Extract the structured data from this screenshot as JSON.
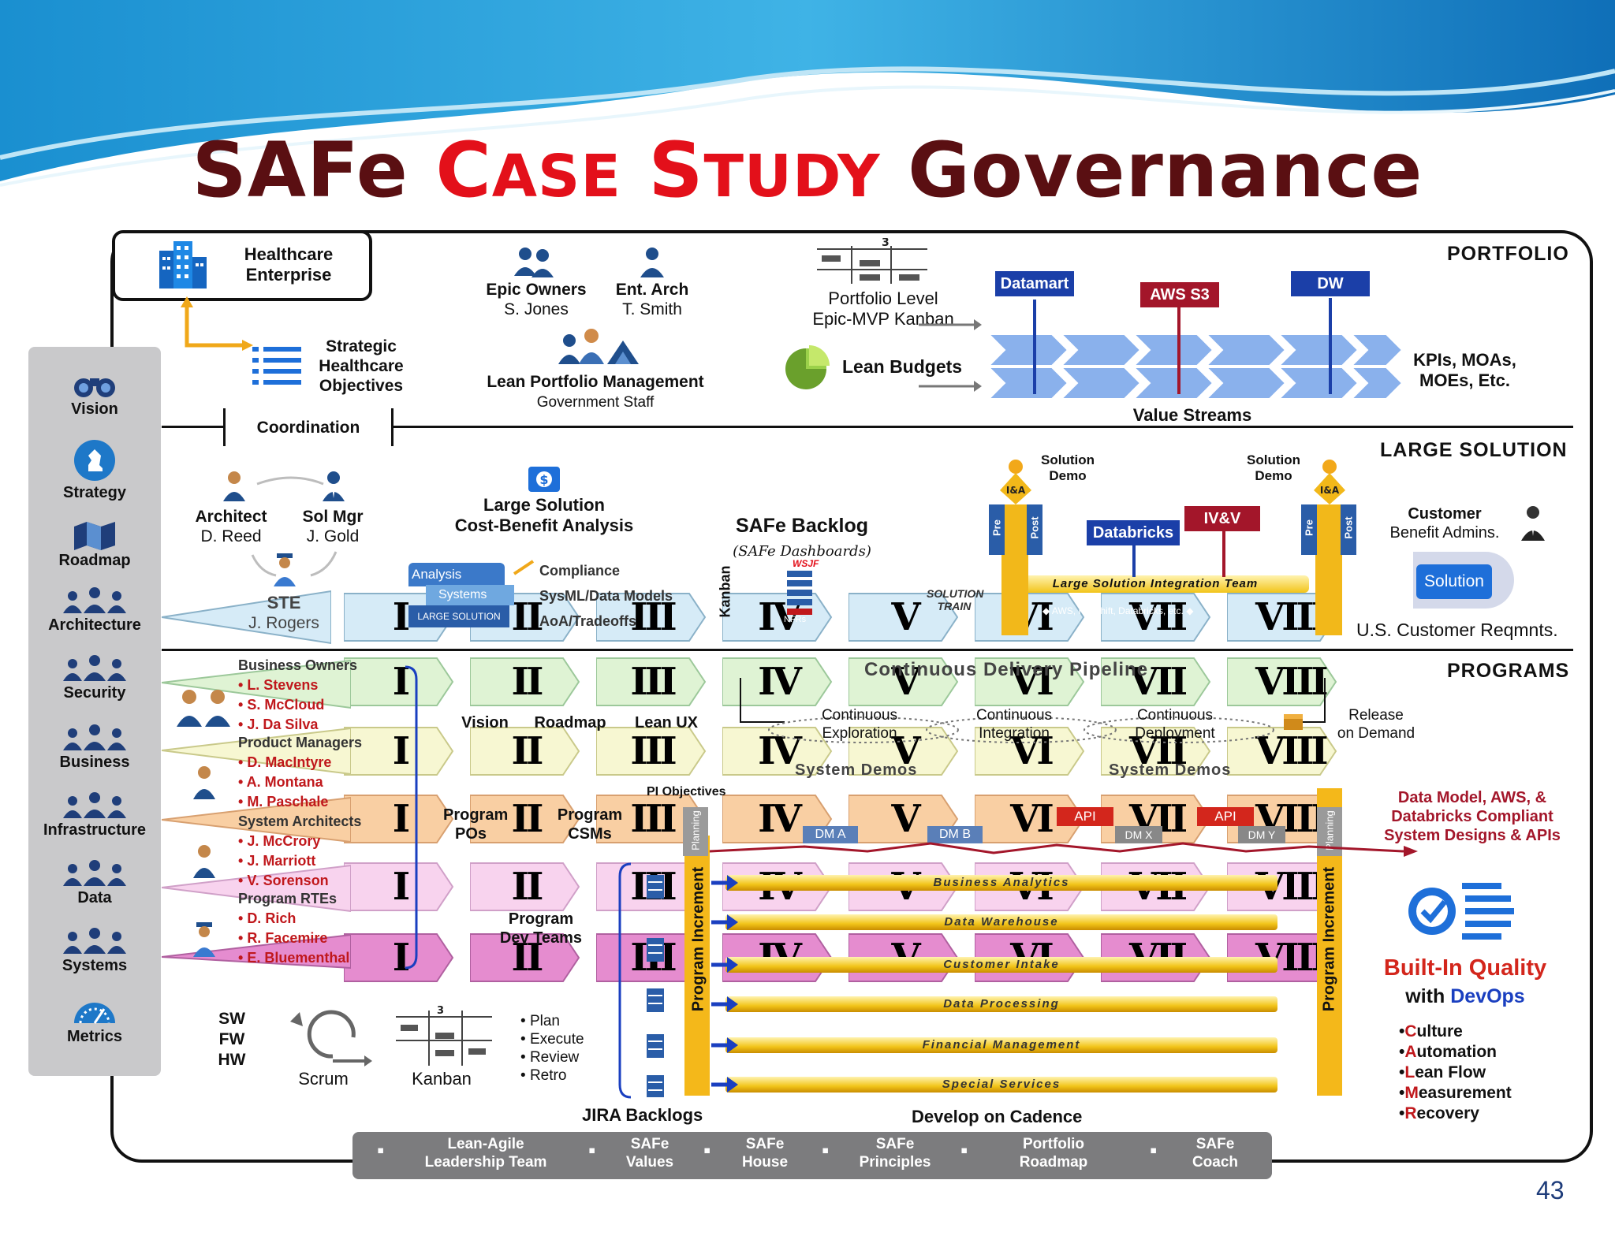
{
  "title": {
    "part1": "SAFe",
    "part2_big1": "C",
    "part2_small1": "ASE",
    "part2_big2": "S",
    "part2_small2": "TUDY",
    "part3": "Governance"
  },
  "page_number": "43",
  "sidebar": {
    "items": [
      {
        "label": "Vision",
        "icon": "binoculars-icon"
      },
      {
        "label": "Strategy",
        "icon": "chess-knight-icon"
      },
      {
        "label": "Roadmap",
        "icon": "map-icon"
      },
      {
        "label": "Architecture",
        "icon": "people-group-icon"
      },
      {
        "label": "Security",
        "icon": "people-group-icon"
      },
      {
        "label": "Business",
        "icon": "people-group-icon"
      },
      {
        "label": "Infrastructure",
        "icon": "people-group-icon"
      },
      {
        "label": "Data",
        "icon": "people-group-icon"
      },
      {
        "label": "Systems",
        "icon": "people-group-icon"
      },
      {
        "label": "Metrics",
        "icon": "gauge-icon"
      }
    ]
  },
  "portfolio": {
    "section_label": "PORTFOLIO",
    "enterprise": {
      "line1": "Healthcare",
      "line2": "Enterprise"
    },
    "strategic": {
      "line1": "Strategic",
      "line2": "Healthcare",
      "line3": "Objectives"
    },
    "coordination": "Coordination",
    "epic_owners": {
      "title": "Epic Owners",
      "name": "S. Jones"
    },
    "ent_arch": {
      "title": "Ent. Arch",
      "name": "T. Smith"
    },
    "lpm": {
      "title": "Lean Portfolio Management",
      "sub": "Government Staff"
    },
    "kanban": {
      "line1": "Portfolio Level",
      "line2": "Epic-MVP Kanban",
      "num": "3"
    },
    "lean_budgets": "Lean Budgets",
    "tags": {
      "datamart": "Datamart",
      "aws": "AWS S3",
      "dw": "DW"
    },
    "value_streams": "Value Streams",
    "kpis": {
      "line1": "KPIs, MOAs,",
      "line2": "MOEs, Etc."
    }
  },
  "large_solution": {
    "section_label": "LARGE SOLUTION",
    "architect": {
      "title": "Architect",
      "name": "D. Reed"
    },
    "sol_mgr": {
      "title": "Sol Mgr",
      "name": "J. Gold"
    },
    "ste": {
      "title": "STE",
      "name": "J. Rogers"
    },
    "cba": {
      "line1": "Large Solution",
      "line2": "Cost-Benefit Analysis"
    },
    "analysis_stack": {
      "analysis": "Analysis",
      "systems": "Systems",
      "large": "LARGE SOLUTION"
    },
    "compliance": {
      "line1": "Compliance",
      "line2": "SysML/Data Models",
      "line3": "AoA/Tradeoffs"
    },
    "backlog": {
      "title": "SAFe Backlog",
      "sub": "(SAFe Dashboards)",
      "wsjf": "WSJF",
      "nfrs": "NFRs",
      "kanban": "Kanban"
    },
    "solution_demo_left": {
      "line1": "Solution",
      "line2": "Demo"
    },
    "solution_demo_right": {
      "line1": "Solution",
      "line2": "Demo"
    },
    "pre": "Pre",
    "post": "Post",
    "ia": "I&A",
    "databricks": "Databricks",
    "ivv": "IV&V",
    "solution_train": {
      "line1": "SOLUTION",
      "line2": "TRAIN"
    },
    "integration_team": "Large Solution Integration Team",
    "tools": "AWS, Redshift, Databricks, etc.",
    "customer": {
      "line1": "Customer",
      "line2": "Benefit Admins."
    },
    "solution_button": "Solution",
    "reqmnts": "U.S. Customer Reqmnts."
  },
  "programs": {
    "section_label": "PROGRAMS",
    "roman": [
      "I",
      "II",
      "III",
      "IV",
      "V",
      "VI",
      "VII",
      "VIII"
    ],
    "business_owners": {
      "title": "Business Owners",
      "names": [
        "L. Stevens",
        "S. McCloud",
        "J. Da Silva"
      ]
    },
    "product_managers": {
      "title": "Product Managers",
      "names": [
        "D. MacIntyre",
        "A. Montana",
        "M. Paschale"
      ]
    },
    "system_architects": {
      "title": "System Architects",
      "names": [
        "J. McCrory",
        "J. Marriott",
        "V. Sorenson"
      ]
    },
    "program_rtes": {
      "title": "Program RTEs",
      "names": [
        "D. Rich",
        "R. Facemire",
        "E. Bluementhal"
      ]
    },
    "vision": "Vision",
    "roadmap": "Roadmap",
    "lean_ux": "Lean UX",
    "pi_objectives": "PI Objectives",
    "program_pos": {
      "line1": "Program",
      "line2": "POs"
    },
    "program_csms": {
      "line1": "Program",
      "line2": "CSMs"
    },
    "program_dev_teams": {
      "line1": "Program",
      "line2": "Dev Teams"
    },
    "cdp": "Continuous Delivery Pipeline",
    "cont_exploration": {
      "line1": "Continuous",
      "line2": "Exploration"
    },
    "cont_integration": {
      "line1": "Continuous",
      "line2": "Integration"
    },
    "cont_deployment": {
      "line1": "Continuous",
      "line2": "Deployment"
    },
    "release": {
      "line1": "Release",
      "line2": "on Demand"
    },
    "system_demos": "System Demos",
    "dm_a": "DM A",
    "dm_b": "DM B",
    "dm_x": "DM X",
    "dm_y": "DM Y",
    "api": "API",
    "planning": "Planning",
    "program_increment": "Program Increment",
    "lanes": [
      "Business Analytics",
      "Data Warehouse",
      "Customer Intake",
      "Data Processing",
      "Financial Management",
      "Special Services"
    ],
    "data_model": {
      "line1": "Data Model, AWS, &",
      "line2": "Databricks Compliant",
      "line3": "System Designs & APIs"
    },
    "sw_fw_hw": [
      "SW",
      "FW",
      "HW"
    ],
    "scrum": "Scrum",
    "kanban": "Kanban",
    "kanban_num": "3",
    "ceremonies": [
      "Plan",
      "Execute",
      "Review",
      "Retro"
    ],
    "jira": "JIRA Backlogs",
    "cadence": "Develop on Cadence",
    "built_in": {
      "line1": "Built-In Quality",
      "line2a": "with ",
      "line2b": "DevOps"
    },
    "calmr": [
      {
        "letter": "C",
        "rest": "ulture"
      },
      {
        "letter": "A",
        "rest": "utomation"
      },
      {
        "letter": "L",
        "rest": "ean Flow"
      },
      {
        "letter": "M",
        "rest": "easurement"
      },
      {
        "letter": "R",
        "rest": "ecovery"
      }
    ]
  },
  "toolbar": {
    "items": [
      {
        "line1": "Lean-Agile",
        "line2": "Leadership Team",
        "icon": "leadership-icon"
      },
      {
        "line1": "SAFe",
        "line2": "Values",
        "icon": "values-icon"
      },
      {
        "line1": "SAFe",
        "line2": "House",
        "icon": "house-icon"
      },
      {
        "line1": "SAFe",
        "line2": "Principles",
        "icon": "principles-icon"
      },
      {
        "line1": "Portfolio",
        "line2": "Roadmap",
        "icon": "roadmap-icon"
      },
      {
        "line1": "SAFe",
        "line2": "Coach",
        "icon": "coach-icon"
      }
    ]
  },
  "colors": {
    "title_dark": "#5a0f12",
    "title_red": "#e3101a",
    "tag_blue": "#1b3fa8",
    "tag_red": "#a3162a",
    "pi_lightblue": "#d6ebf7",
    "pi_green": "#dff3d4",
    "pi_yellow": "#f7f7d2",
    "pi_orange": "#f9cfa3",
    "pi_pink": "#f8d3ee",
    "pi_magenta": "#e58ccf",
    "lane_gold": "#f2c419",
    "pi_column": "#f4b81a"
  }
}
